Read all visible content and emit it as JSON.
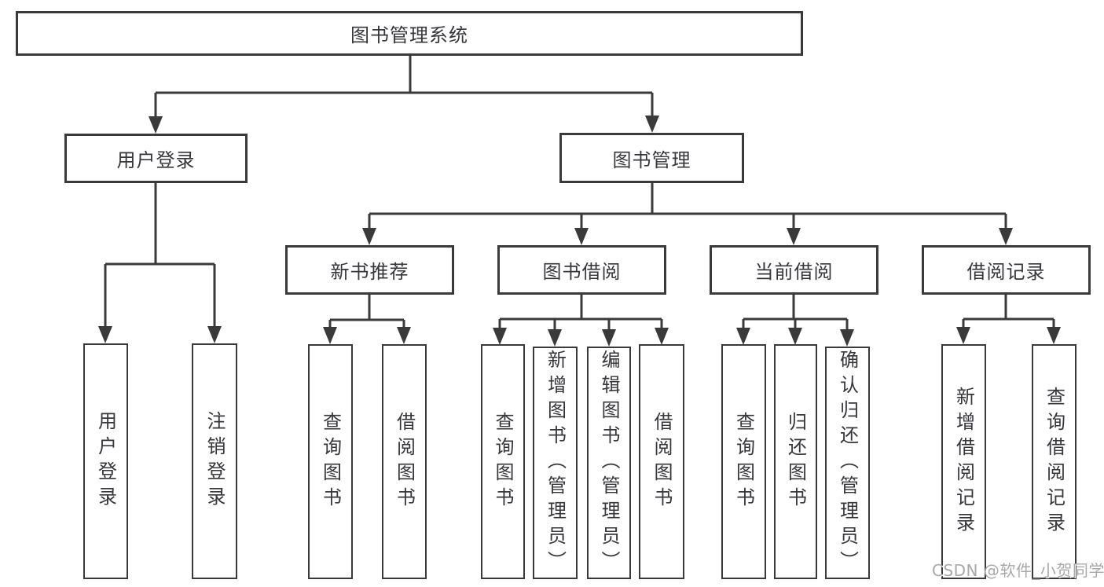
{
  "watermark": "CSDN @软件_小贺同学",
  "colors": {
    "line": "#3a3a3a",
    "box_border": "#3a3a3a",
    "text": "#36363b",
    "background": "#ffffff",
    "watermark": "#a8a8a8"
  },
  "tree": {
    "root": {
      "label": "图书管理系统"
    },
    "branches": [
      {
        "label": "用户登录",
        "children": [
          {
            "label": "用户登录"
          },
          {
            "label": "注销登录"
          }
        ]
      },
      {
        "label": "图书管理",
        "children": [
          {
            "label": "新书推荐",
            "children": [
              {
                "label": "查询图书"
              },
              {
                "label": "借阅图书"
              }
            ]
          },
          {
            "label": "图书借阅",
            "children": [
              {
                "label": "查询图书"
              },
              {
                "label": "新增图书（管理员）"
              },
              {
                "label": "编辑图书（管理员）"
              },
              {
                "label": "借阅图书"
              }
            ]
          },
          {
            "label": "当前借阅",
            "children": [
              {
                "label": "查询图书"
              },
              {
                "label": "归还图书"
              },
              {
                "label": "确认归还（管理员）"
              }
            ]
          },
          {
            "label": "借阅记录",
            "children": [
              {
                "label": "新增借阅记录"
              },
              {
                "label": "查询借阅记录"
              }
            ]
          }
        ]
      }
    ]
  }
}
